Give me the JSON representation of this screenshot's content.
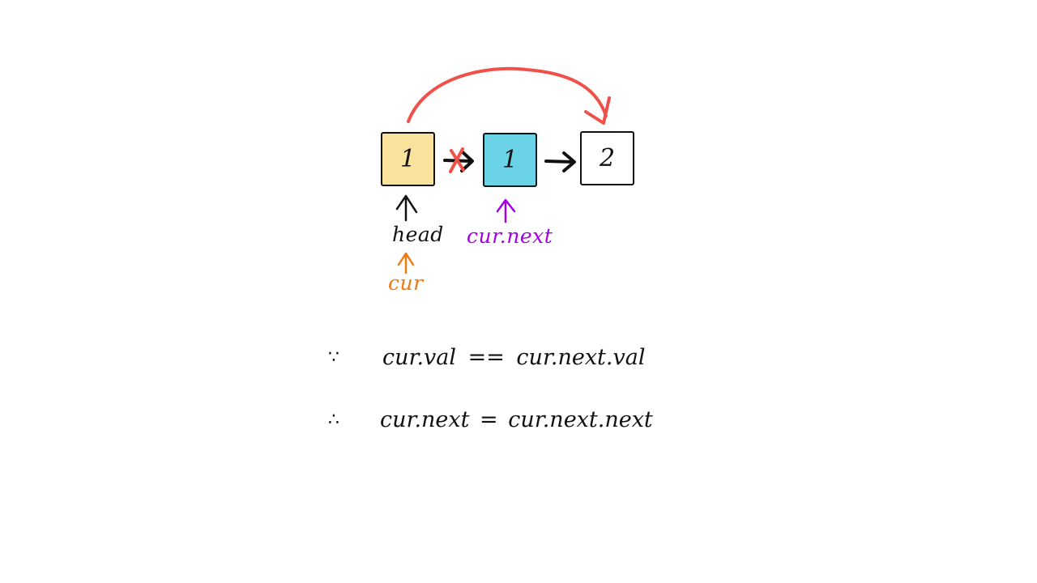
{
  "nodes": [
    {
      "value": "1",
      "fill": "#f9e29b"
    },
    {
      "value": "1",
      "fill": "#6bd3e6"
    },
    {
      "value": "2",
      "fill": "#ffffff"
    }
  ],
  "labels": {
    "head": "head",
    "cur_next": "cur.next",
    "cur": "cur"
  },
  "colors": {
    "redirect_arrow": "#f0504a",
    "deleted_link_cross": "#f0504a",
    "cur_next_pointer": "#a400e6",
    "cur_pointer": "#f07a10",
    "ink": "#111111"
  },
  "explanation": {
    "because_symbol": "∵",
    "condition": "cur.val == cur.next.val",
    "therefore_symbol": "∴",
    "action": "cur.next = cur.next.next"
  }
}
